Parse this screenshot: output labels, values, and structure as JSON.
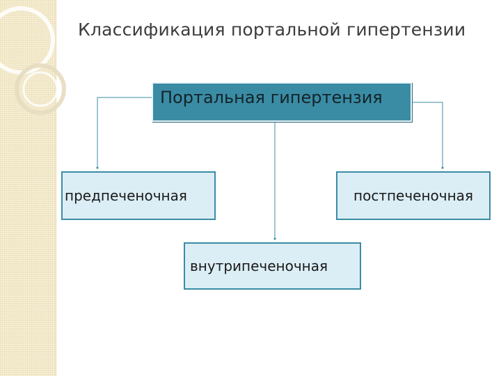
{
  "slide": {
    "title": "Классификация портальной гипертензии"
  },
  "diagram": {
    "root": {
      "label": "Портальная гипертензия"
    },
    "children": [
      {
        "label": "предпеченочная"
      },
      {
        "label": "внутрипеченочная"
      },
      {
        "label": "постпеченочная"
      }
    ]
  },
  "colors": {
    "root_fill": "#3a8ca4",
    "child_fill": "#dceef5",
    "connector": "#3a8ca4",
    "side_band": "#f3e9c8"
  }
}
